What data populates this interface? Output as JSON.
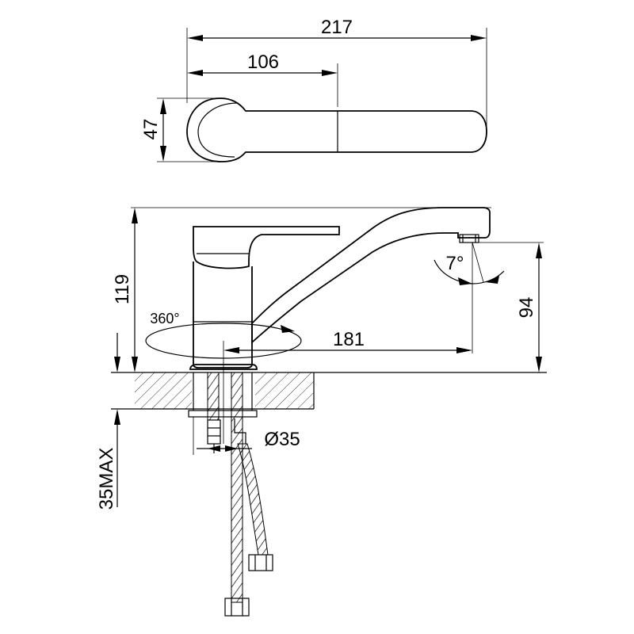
{
  "dimensions": {
    "width_top": "217",
    "handle_length": "106",
    "handle_height": "47",
    "total_height": "119",
    "rotation": "360°",
    "spout_reach": "181",
    "spout_angle": "7°",
    "spout_height": "94",
    "hole_diameter": "Ø35",
    "countertop_max": "35MAX"
  }
}
